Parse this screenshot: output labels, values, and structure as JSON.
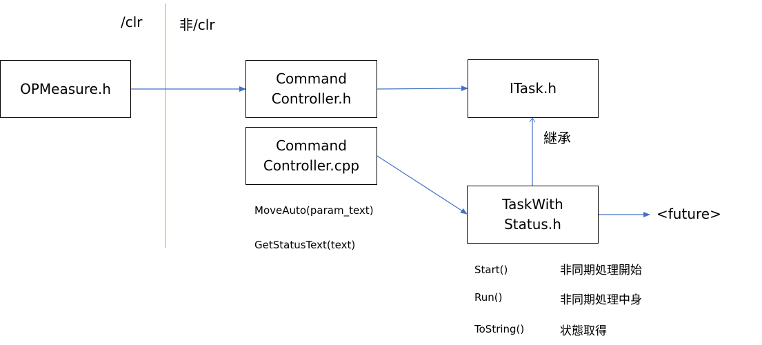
{
  "sections": {
    "clr": "/clr",
    "non_clr": "非/clr"
  },
  "boxes": {
    "opmeasure_h": "OPMeasure.h",
    "command_controller_h": "Command\nController.h",
    "command_controller_cpp": "Command\nController.cpp",
    "itask_h": "ITask.h",
    "task_with_status_h": "TaskWith\nStatus.h"
  },
  "labels": {
    "inheritance": "継承",
    "future": "<future>"
  },
  "controller_methods": {
    "move_auto": "MoveAuto(param_text)",
    "get_status_text": "GetStatusText(text)"
  },
  "task_methods": [
    {
      "name": "Start()",
      "description": "非同期処理開始"
    },
    {
      "name": "Run()",
      "description": "非同期処理中身"
    },
    {
      "name": "ToString()",
      "description": "状態取得"
    }
  ],
  "colors": {
    "divider": "#F2C14E",
    "arrow": "#4472C4",
    "box_border": "#000000"
  }
}
